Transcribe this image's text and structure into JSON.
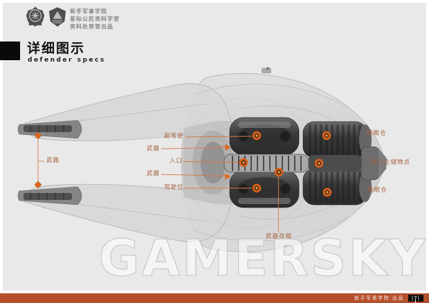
{
  "page": {
    "background": "#e9e9e9",
    "frame": "#ffffff"
  },
  "header": {
    "badges": [
      {
        "icon": "crest-badge-icon"
      },
      {
        "icon": "shield-badge-icon"
      }
    ],
    "org_lines": [
      "新手军事学院",
      "星际公民资料学堂",
      "资料处荣誉出品"
    ],
    "title_cn": "详细图示",
    "title_en": "defender specs"
  },
  "colors": {
    "marker_orange": "#e2661b",
    "label_text": "#a5613f",
    "callout_line": "#d47b45",
    "footer_bar": "#b5502c",
    "title_block": "#0a0a0a"
  },
  "callouts": {
    "items": [
      {
        "id": "weapon-wing",
        "text": "武器"
      },
      {
        "id": "copilot",
        "text": "副驾驶"
      },
      {
        "id": "weapon-upper",
        "text": "武器"
      },
      {
        "id": "entrance",
        "text": "入口"
      },
      {
        "id": "weapon-lower",
        "text": "武器"
      },
      {
        "id": "pilot-seat",
        "text": "驾驶位"
      },
      {
        "id": "weapon-storage",
        "text": "武器存储"
      },
      {
        "id": "sleep-pod-top",
        "text": "睡眠仓"
      },
      {
        "id": "main-storage",
        "text": "船只主储物点"
      },
      {
        "id": "sleep-pod-bottom",
        "text": "睡眠仓"
      }
    ]
  },
  "watermark": "GAMERSKY",
  "footer": {
    "credit": "新手军事学院·出品",
    "page_badge": "|7|"
  }
}
